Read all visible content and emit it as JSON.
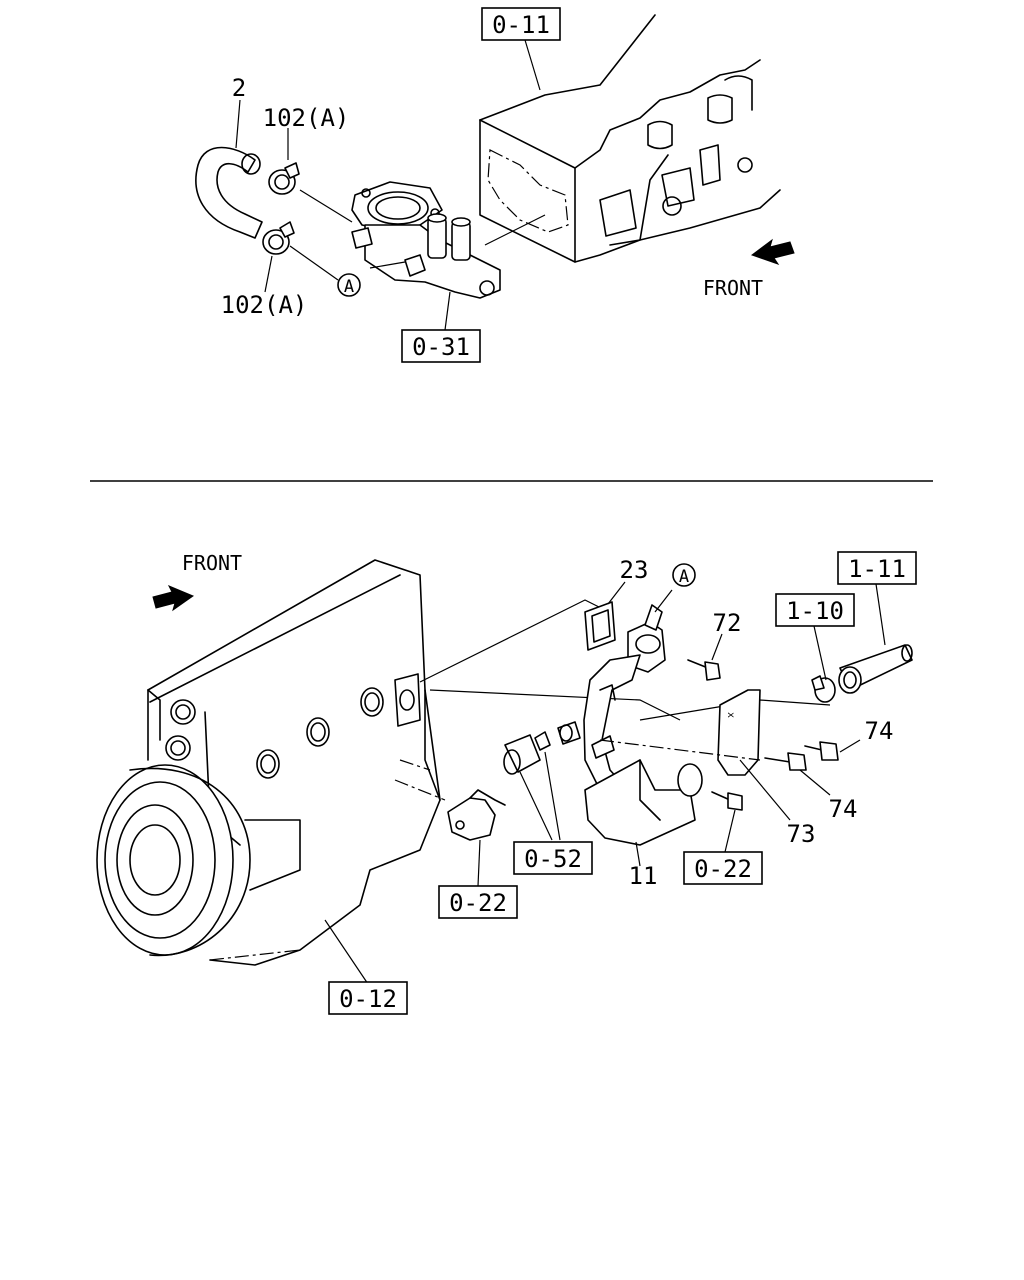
{
  "diagram": {
    "top": {
      "refs": [
        "0-11",
        "0-31"
      ],
      "parts": [
        "2",
        "102(A)",
        "102(A)"
      ],
      "marker": "A",
      "direction": "FRONT"
    },
    "bottom": {
      "refs": [
        "1-11",
        "1-10",
        "0-52",
        "0-22",
        "0-22",
        "0-12"
      ],
      "parts": [
        "23",
        "72",
        "74",
        "74",
        "73",
        "11"
      ],
      "marker": "A",
      "direction": "FRONT"
    }
  }
}
